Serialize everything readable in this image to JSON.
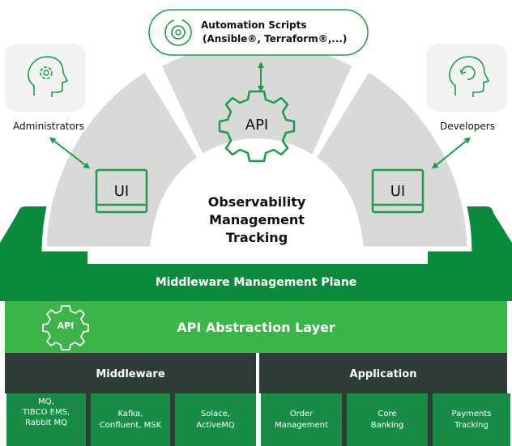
{
  "automation": {
    "line1": "Automation Scripts",
    "line2": "(Ansible®, Terraform®,...)",
    "icon": "gear-cycle-icon"
  },
  "actors": {
    "admins": {
      "label": "Administrators",
      "icon": "head-gear-icon"
    },
    "devs": {
      "label": "Developers",
      "icon": "head-cycle-icon"
    }
  },
  "arch": {
    "api_label": "API",
    "ui_left": "UI",
    "ui_right": "UI",
    "center_lines": [
      "Observability",
      "Management",
      "Tracking"
    ]
  },
  "layers": {
    "management_plane": "Middleware Management Plane",
    "abstraction_layer": "API Abstraction Layer",
    "api_badge": "API"
  },
  "groups": {
    "middleware": "Middleware",
    "application": "Application"
  },
  "tiles": {
    "t1": [
      "MQ,",
      "TIBCO EMS,",
      "Rabbit MQ"
    ],
    "t2": [
      "Kafka,",
      "Confluent, MSK"
    ],
    "t3": [
      "Solace,",
      "ActiveMQ"
    ],
    "t4": [
      "Order",
      "Management"
    ],
    "t5": [
      "Core",
      "Banking"
    ],
    "t6": [
      "Payments",
      "Tracking"
    ]
  },
  "colors": {
    "dark_green": "#0b8a3e",
    "light_green": "#37b34a",
    "dark_slate": "#2d3a35",
    "tile_green": "#188c46",
    "arc_gray": "#d8d8d8",
    "arrow": "#1d9b4b"
  }
}
